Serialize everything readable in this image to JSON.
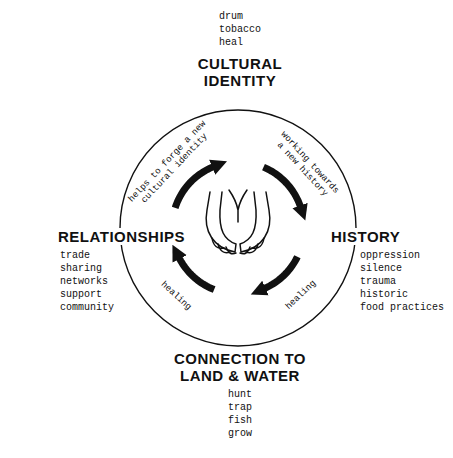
{
  "diagram": {
    "nodes": [
      {
        "text": [
          "drum",
          "tobacco",
          "heal",
          "CULTURAL IDENTITY"
        ]
      },
      {
        "text": [
          "HISTORY",
          "oppression",
          "silence",
          "trauma",
          "historic",
          "food practices"
        ]
      },
      {
        "text": [
          "CONNECTION TO LAND & WATER",
          "hunt",
          "trap",
          "fish",
          "grow"
        ]
      },
      {
        "text": [
          "RELATIONSHIPS",
          "trade",
          "sharing",
          "networks",
          "support",
          "community"
        ]
      }
    ],
    "edges": [
      {
        "from": 0,
        "to": 1,
        "arrow": "to",
        "label": "working towards a new history"
      },
      {
        "from": 1,
        "to": 2,
        "arrow": "to",
        "label": "healing"
      },
      {
        "from": 2,
        "to": 3,
        "arrow": "to",
        "label": "healing"
      },
      {
        "from": 3,
        "to": 0,
        "arrow": "to",
        "label": "helps to forge a new cultural identity"
      }
    ]
  }
}
